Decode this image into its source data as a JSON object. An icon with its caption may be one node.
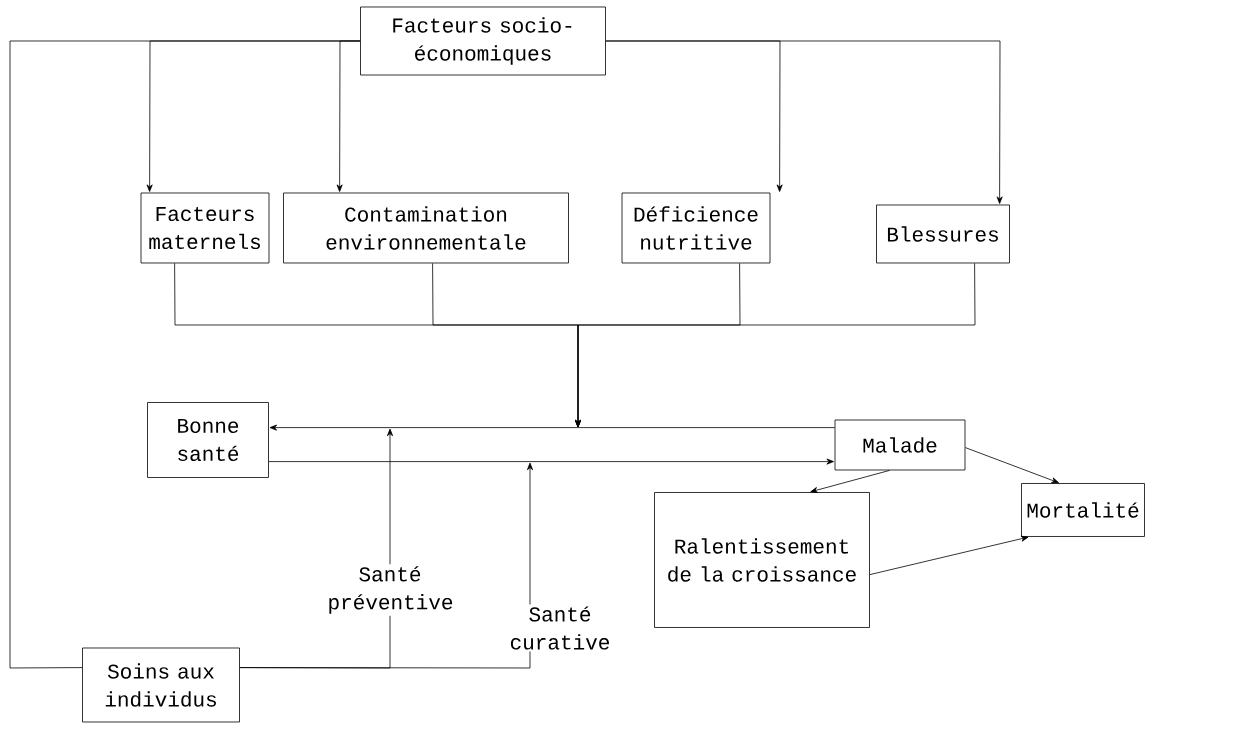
{
  "diagram": {
    "nodes": [
      {
        "text": [
          "Facteurs socio-économiques"
        ]
      },
      {
        "text": [
          "Facteurs maternels"
        ]
      },
      {
        "text": [
          "Contamination environnementale"
        ]
      },
      {
        "text": [
          "Déficience nutritive"
        ]
      },
      {
        "text": [
          "Blessures"
        ]
      },
      {
        "text": [
          "Bonne santé"
        ]
      },
      {
        "text": [
          "Malade"
        ]
      },
      {
        "text": [
          "Mortalité"
        ]
      },
      {
        "text": [
          "Ralentissement de la croissance"
        ]
      },
      {
        "text": [
          "Soins aux individus"
        ]
      }
    ],
    "edges": [
      {
        "from": 0,
        "to": 1,
        "arrow": "to"
      },
      {
        "from": 0,
        "to": 2,
        "arrow": "to"
      },
      {
        "from": 0,
        "to": 3,
        "arrow": "to"
      },
      {
        "from": 0,
        "to": 4,
        "arrow": "to"
      },
      {
        "from": 0,
        "to": 9,
        "arrow": "none"
      },
      {
        "from": 1,
        "to": null,
        "arrow": "to"
      },
      {
        "from": 2,
        "to": null,
        "arrow": "to"
      },
      {
        "from": 3,
        "to": null,
        "arrow": "to"
      },
      {
        "from": 4,
        "to": null,
        "arrow": "to"
      },
      {
        "from": 5,
        "to": 6,
        "arrow": "to"
      },
      {
        "from": 6,
        "to": 5,
        "arrow": "to"
      },
      {
        "from": 6,
        "to": 8,
        "arrow": "to"
      },
      {
        "from": 6,
        "to": 7,
        "arrow": "to"
      },
      {
        "from": 8,
        "to": 7,
        "arrow": "to"
      },
      {
        "from": 9,
        "to": null,
        "arrow": "to",
        "label": "Santé préventive"
      },
      {
        "from": 9,
        "to": null,
        "arrow": "to",
        "label": "Santé curative"
      }
    ]
  }
}
